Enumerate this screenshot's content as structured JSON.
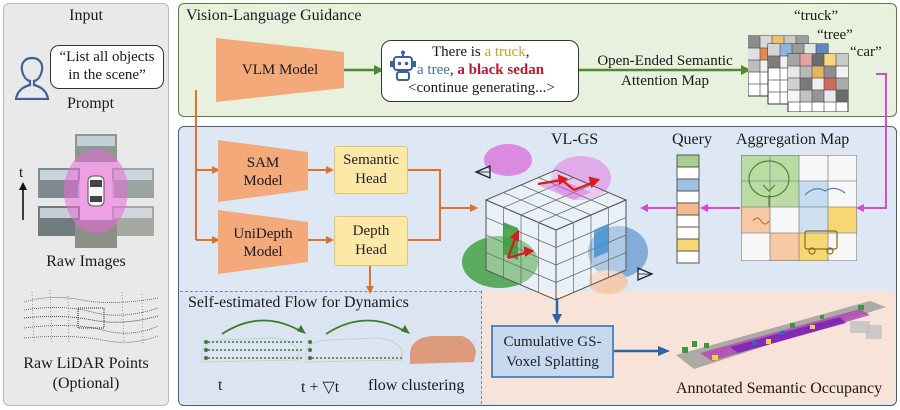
{
  "input": {
    "title": "Input",
    "prompt_quote": "“List all objects in the scene”",
    "prompt_quote_line1": "“List all objects",
    "prompt_quote_line2": "in the scene”",
    "prompt_label": "Prompt",
    "time_label": "t",
    "raw_images_label": "Raw Images",
    "raw_lidar_line1": "Raw LiDAR Points",
    "raw_lidar_line2": "(Optional)"
  },
  "vlg": {
    "title": "Vision-Language Guidance",
    "vlm_model": "VLM Model",
    "output_line1": "There is",
    "output_truck": "a truck",
    "output_comma1": ",",
    "output_tree": "a tree",
    "output_comma2": ", ",
    "output_sedan": "a black sedan",
    "output_line3": "<continue generating...>",
    "attention_line1": "Open-Ended Semantic",
    "attention_line2": "Attention Map",
    "map_labels": [
      "“truck”",
      "“tree”",
      "“car”"
    ]
  },
  "pipeline": {
    "sam_line1": "SAM",
    "sam_line2": "Model",
    "unidepth_line1": "UniDepth",
    "unidepth_line2": "Model",
    "semantic_head_line1": "Semantic",
    "semantic_head_line2": "Head",
    "depth_head_line1": "Depth",
    "depth_head_line2": "Head",
    "vlgs_title": "VL-GS",
    "query_title": "Query",
    "aggregation_title": "Aggregation Map",
    "flow_title": "Self-estimated Flow for Dynamics",
    "flow_t": "t",
    "flow_t_next": "t + ▽t",
    "flow_clustering": "flow clustering",
    "splatting_line1": "Cumulative GS-",
    "splatting_line2": "Voxel Splatting",
    "occupancy_title": "Annotated Semantic Occupancy"
  },
  "colors": {
    "input_bg": "#e9e9e9",
    "vlg_bg": "#e7f1de",
    "vlg_border": "#5b7c3e",
    "lower_bg": "#dde8f4",
    "lower_border": "#4a5e77",
    "occupancy_bg": "#f8e3d8",
    "model_orange": "#f3a97a",
    "head_yellow": "#fde9a7",
    "arrow_green": "#4f8a2e",
    "arrow_orange": "#e3702a",
    "arrow_magenta": "#d64ad6",
    "arrow_blue": "#2a66a8",
    "truck_text": "#c9a227",
    "tree_text": "#3b6db3",
    "sedan_text": "#c0152a"
  }
}
